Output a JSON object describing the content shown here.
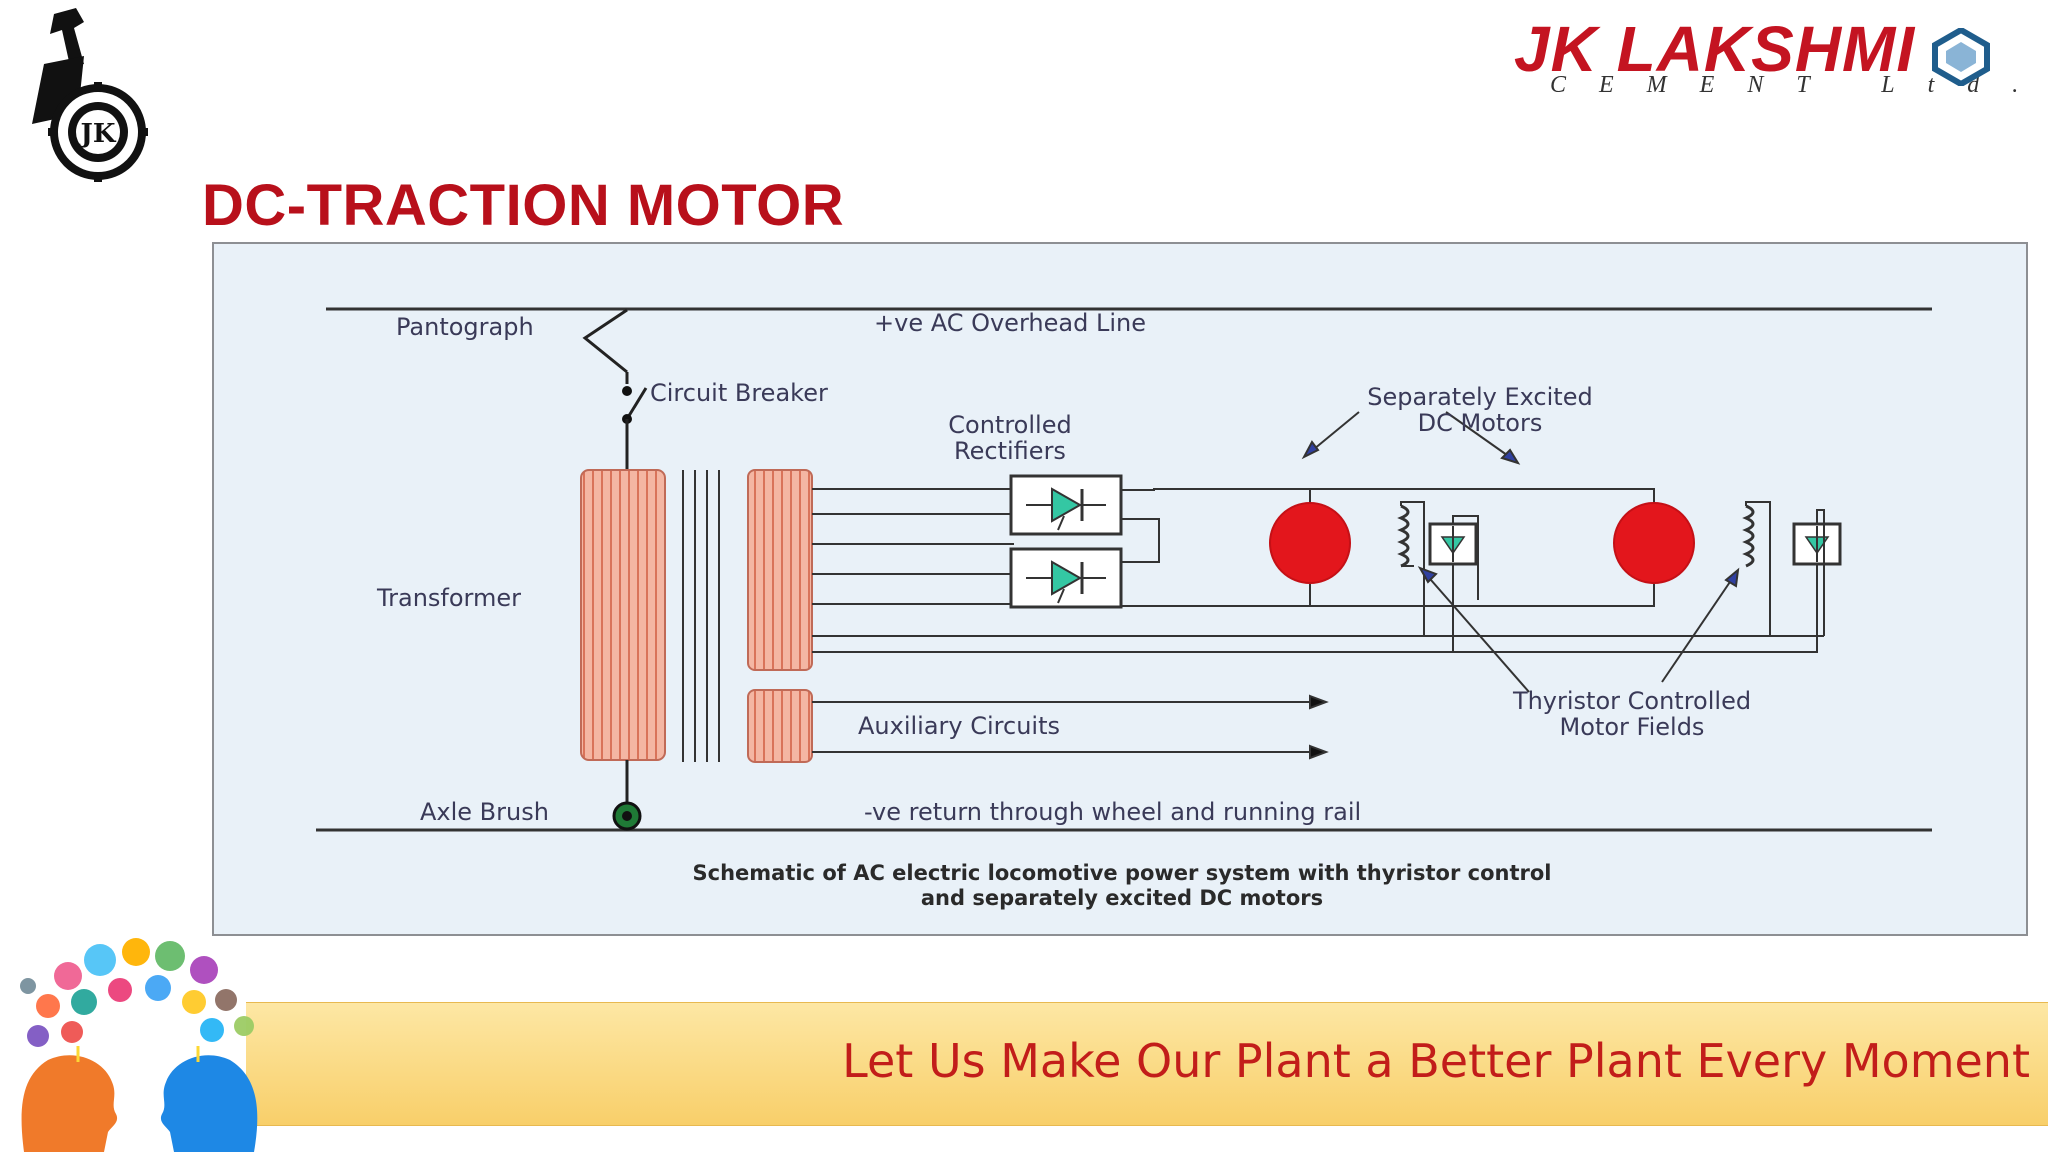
{
  "slide": {
    "title": "DC-TRACTION MOTOR",
    "footer_slogan": "Let Us Make Our Plant a Better Plant Every Moment"
  },
  "brand": {
    "name": "JK LAKSHMI",
    "sub": "CEMENT Ltd."
  },
  "diagram": {
    "labels": {
      "pantograph": "Pantograph",
      "overhead_line": "+ve AC Overhead Line",
      "circuit_breaker": "Circuit Breaker",
      "controlled_rectifiers_1": "Controlled",
      "controlled_rectifiers_2": "Rectifiers",
      "separately_excited_1": "Separately Excited",
      "separately_excited_2": "DC Motors",
      "transformer": "Transformer",
      "auxiliary_circuits": "Auxiliary Circuits",
      "thyristor_1": "Thyristor Controlled",
      "thyristor_2": "Motor Fields",
      "axle_brush": "Axle Brush",
      "return_path": "-ve return through wheel and running rail"
    },
    "caption_line_1": "Schematic of AC electric locomotive power system with thyristor control",
    "caption_line_2": "and separately excited DC motors"
  },
  "colors": {
    "title": "#b8101b",
    "brand": "#c41421",
    "footer_band": "#f8d37a",
    "slogan": "#c21d1a",
    "transformer_coil": "#f2a58f",
    "motor": "#e3161c",
    "rectifier": "#34c7a3"
  },
  "icons": [
    "club-emblem-icon",
    "brand-emblem-icon",
    "heads-illustration-icon"
  ]
}
